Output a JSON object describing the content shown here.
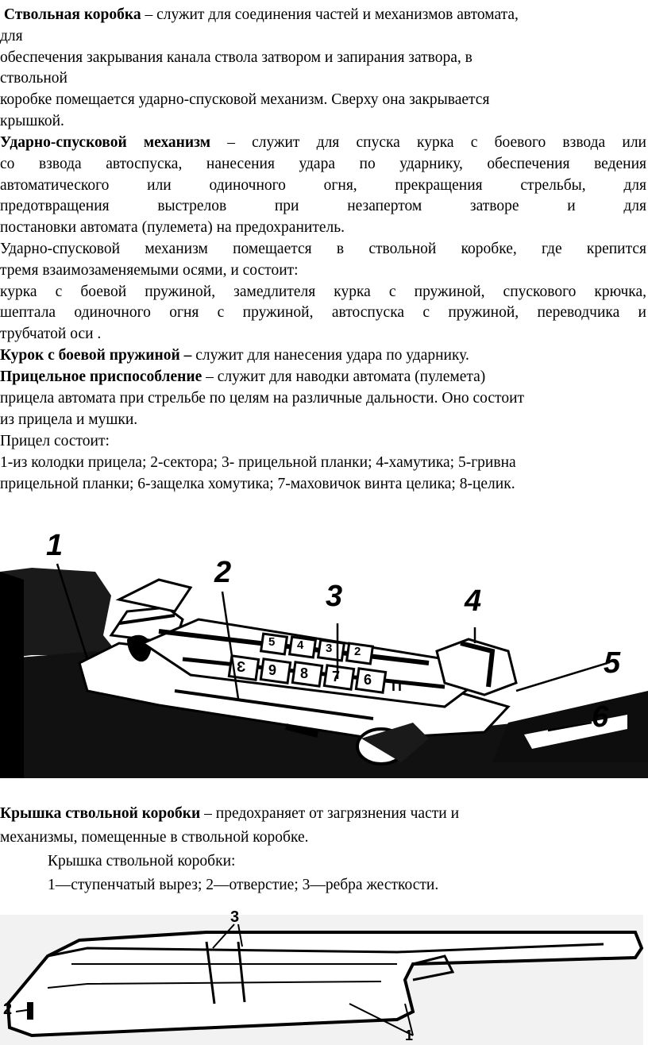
{
  "receiver": {
    "term": "Ствольная коробка",
    "l1": " – служит для соединения частей и механизмов автомата,",
    "l2": "для",
    "l3": "обеспечения закрывания канала ствола затвором и запирания затвора, в",
    "l4": "ствольной",
    "l5": "коробке помещается ударно-спусковой механизм. Сверху она закрывается",
    "l6": "крышкой."
  },
  "trigger": {
    "term": "Ударно-спусковой механизм",
    "l1": " – служит для спуска курка с боевого взвода или",
    "l2": "со взвода автоспуска, нанесения удара по ударнику, обеспечения ведения",
    "l3": "автоматического или одиночного огня, прекращения стрельбы, для",
    "l4": "предотвращения выстрелов при незапертом затворе и для",
    "l5": "постановки автомата (пулемета) на предохранитель."
  },
  "trigger_placement": {
    "l1": "Ударно-спусковой механизм помещается в ствольной коробке, где крепится",
    "l2": "тремя взаимозаменяемыми осями, и состоит:",
    "l3": "курка с боевой пружиной, замедлителя курка с пружиной, спускового крючка,",
    "l4": "шептала одиночного огня с пружиной, автоспуска с пружиной, переводчика и",
    "l5": "трубчатой оси ."
  },
  "hammer": {
    "term": "Курок с боевой пружиной –",
    "text": " служит для нанесения удара по ударнику."
  },
  "sight": {
    "term": "Прицельное приспособление",
    "l1": " – служит для наводки автомата (пулемета)",
    "l2": "прицела автомата при стрельбе по целям на различные дальности. Оно состоит",
    "l3": "из прицела и мушки."
  },
  "sight_parts": {
    "heading": "Прицел состоит:",
    "l1": "1-из колодки прицела; 2-сектора; 3- прицельной планки; 4-хамутика; 5-гривна",
    "l2": "прицельной планки; 6-защелка хомутика; 7-маховичок винта целика; 8-целик."
  },
  "figure1": {
    "labels": [
      "1",
      "2",
      "3",
      "4",
      "5",
      "6"
    ],
    "scale_marks": [
      "Ɛ",
      "9",
      "8",
      "7",
      "6",
      "5",
      "4",
      "3",
      "2",
      "П"
    ]
  },
  "cover": {
    "term": "Крышка ствольной коробки",
    "l1": " – предохраняет от загрязнения части и",
    "l2": "механизмы, помещенные в ствольной коробке.",
    "heading": "Крышка ствольной коробки:",
    "parts": "1—ступенчатый вырез; 2—отверстие; 3—ребра жесткости."
  },
  "figure2": {
    "labels": [
      "3",
      "2",
      "1"
    ]
  }
}
